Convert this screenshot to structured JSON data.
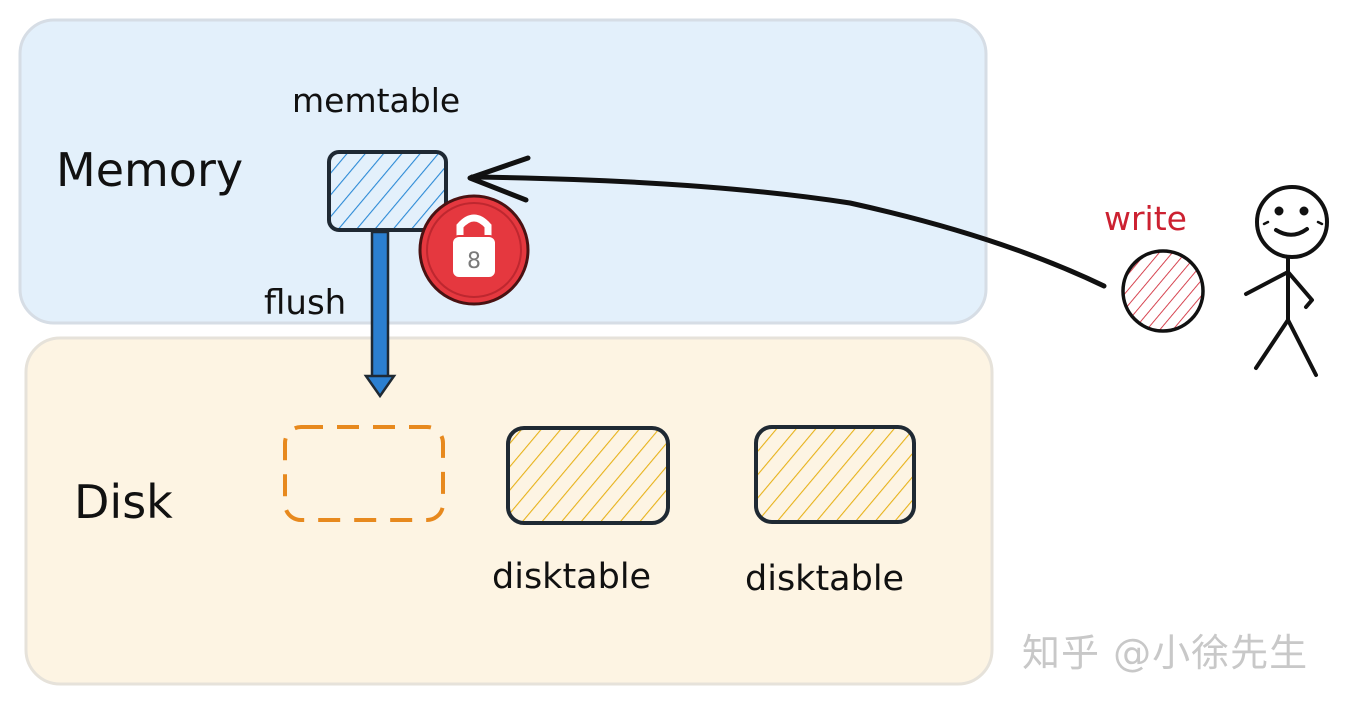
{
  "regions": {
    "memory_label": "Memory",
    "disk_label": "Disk"
  },
  "memtable": {
    "label": "memtable",
    "lock_icon": "lock-icon",
    "lock_number": "8"
  },
  "flush": {
    "label": "flush"
  },
  "disktables": [
    {
      "label": "disktable"
    },
    {
      "label": "disktable"
    }
  ],
  "write": {
    "label": "write"
  },
  "actor": {
    "icon": "stick-figure-icon"
  },
  "watermark": "知乎 @小徐先生",
  "colors": {
    "memory_bg": "#e3f0fb",
    "disk_bg": "#fdf4e3",
    "memtable_hatch": "#2c8ad6",
    "disktable_hatch": "#e7b21a",
    "flush_placeholder": "#e7891e",
    "lock_red": "#e03840",
    "write_red": "#d2303e",
    "flush_arrow": "#2274c5"
  }
}
